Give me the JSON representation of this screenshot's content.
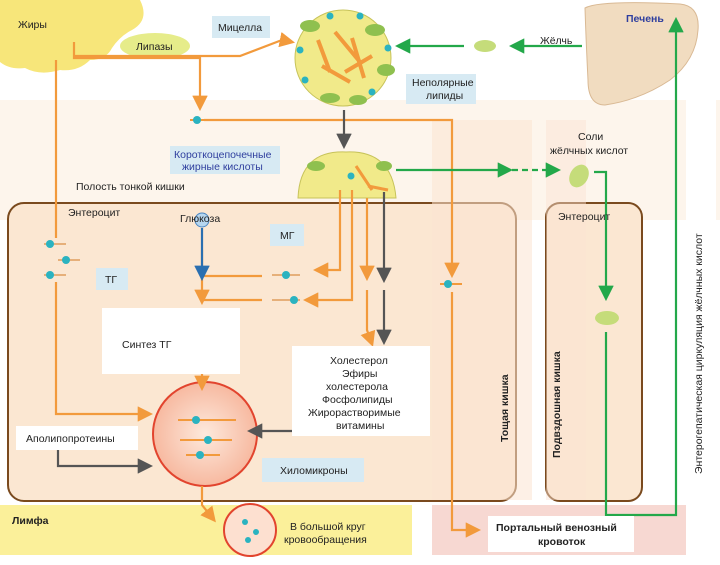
{
  "labels": {
    "fats": "Жиры",
    "lipases": "Липазы",
    "micelle": "Мицелла",
    "nonpolar_lipids_1": "Неполярные",
    "nonpolar_lipids_2": "липиды",
    "bile": "Жёлчь",
    "liver": "Печень",
    "scfa_1": "Короткоцепочечные",
    "scfa_2": "жирные кислоты",
    "bile_salts_1": "Соли",
    "bile_salts_2": "жёлчных кислот",
    "small_intestine_cavity": "Полость тонкой кишки",
    "enterocyte_left": "Энтероцит",
    "enterocyte_right": "Энтероцит",
    "glucose": "Глюкоза",
    "mg": "МГ",
    "tg": "ТГ",
    "tg_synthesis": "Синтез ТГ",
    "products": [
      "Холестерол",
      "Эфиры",
      "холестерола",
      "Фосфолипиды",
      "Жирорастворимые",
      "витамины"
    ],
    "apolipoproteins": "Аполипопротеины",
    "chylomicrons": "Хиломикроны",
    "jejunum": "Тощая кишка",
    "ileum": "Подвздошная кишка",
    "enterohepatic": "Энтерогепатическая циркуляция жёлчных кислот",
    "lymph": "Лимфа",
    "systemic_1": "В большой круг",
    "systemic_2": "кровообращения",
    "portal_1": "Портальный венозный",
    "portal_2": "кровоток"
  },
  "colors": {
    "orange_arrow": "#f29a3c",
    "green_arrow": "#23a84a",
    "dark_arrow": "#555555",
    "blue_arrow": "#2a6fb0",
    "enterocyte_fill": "#fbe7d2",
    "enterocyte_border": "#7a4a1e",
    "fat_yellow": "#f7e67a",
    "liver_fill": "#f1dcc0",
    "label_box": "#d7eaf3",
    "lymph_yellow": "#fbf09a",
    "portal_pink": "#f7d8d2"
  }
}
